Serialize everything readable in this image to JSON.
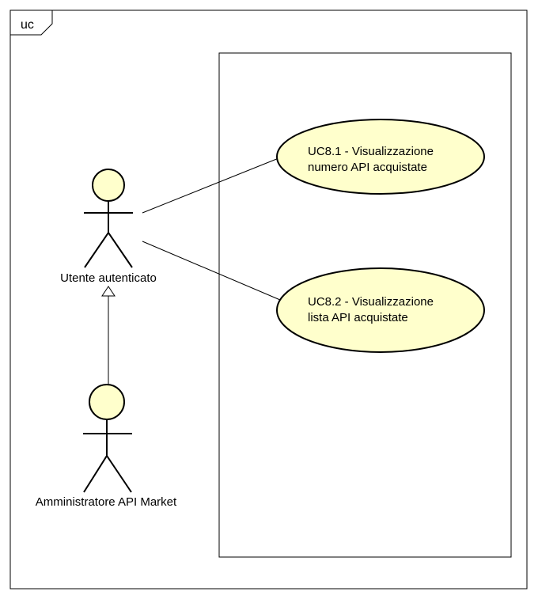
{
  "frame": {
    "tag": "uc"
  },
  "actors": {
    "authenticated_user": {
      "label": "Utente autenticato"
    },
    "admin": {
      "label": "Amministratore API Market"
    }
  },
  "use_cases": [
    {
      "id": "uc8-1",
      "line1": "UC8.1 - Visualizzazione",
      "line2": "numero API acquistate"
    },
    {
      "id": "uc8-2",
      "line1": "UC8.2 - Visualizzazione",
      "line2": "lista API acquistate"
    }
  ],
  "colors": {
    "fill": "#ffffcc",
    "stroke": "#000000",
    "background": "#ffffff"
  }
}
